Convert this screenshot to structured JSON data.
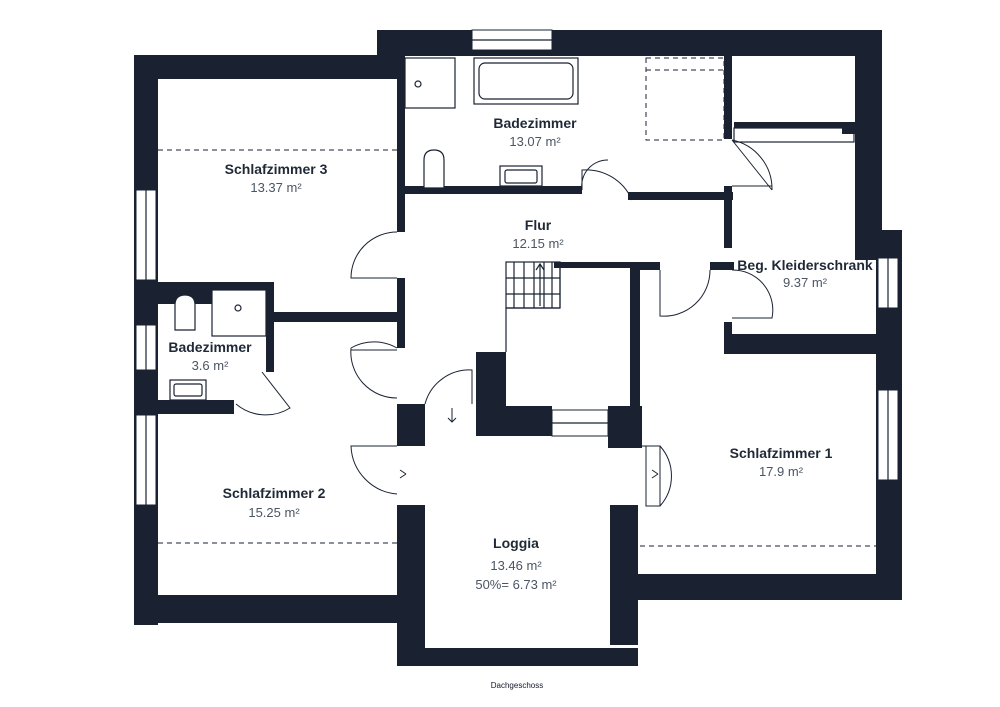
{
  "rooms": {
    "bad_oben": {
      "name": "Badezimmer",
      "area": "13.07 m²"
    },
    "schlaf3": {
      "name": "Schlafzimmer 3",
      "area": "13.37 m²"
    },
    "flur": {
      "name": "Flur",
      "area": "12.15 m²"
    },
    "kleider": {
      "name": "Beg. Kleiderschrank",
      "area": "9.37 m²"
    },
    "bad_klein": {
      "name": "Badezimmer",
      "area": "3.6 m²"
    },
    "schlaf2": {
      "name": "Schlafzimmer 2",
      "area": "15.25 m²"
    },
    "schlaf1": {
      "name": "Schlafzimmer 1",
      "area": "17.9 m²"
    },
    "loggia": {
      "name": "Loggia",
      "area": "13.46 m²",
      "note": "50%= 6.73 m²"
    }
  },
  "floor_label": "Dachgeschoss",
  "colors": {
    "wall": "#1a2232",
    "name_text": "#1f2937",
    "area_text": "#4b5563"
  }
}
